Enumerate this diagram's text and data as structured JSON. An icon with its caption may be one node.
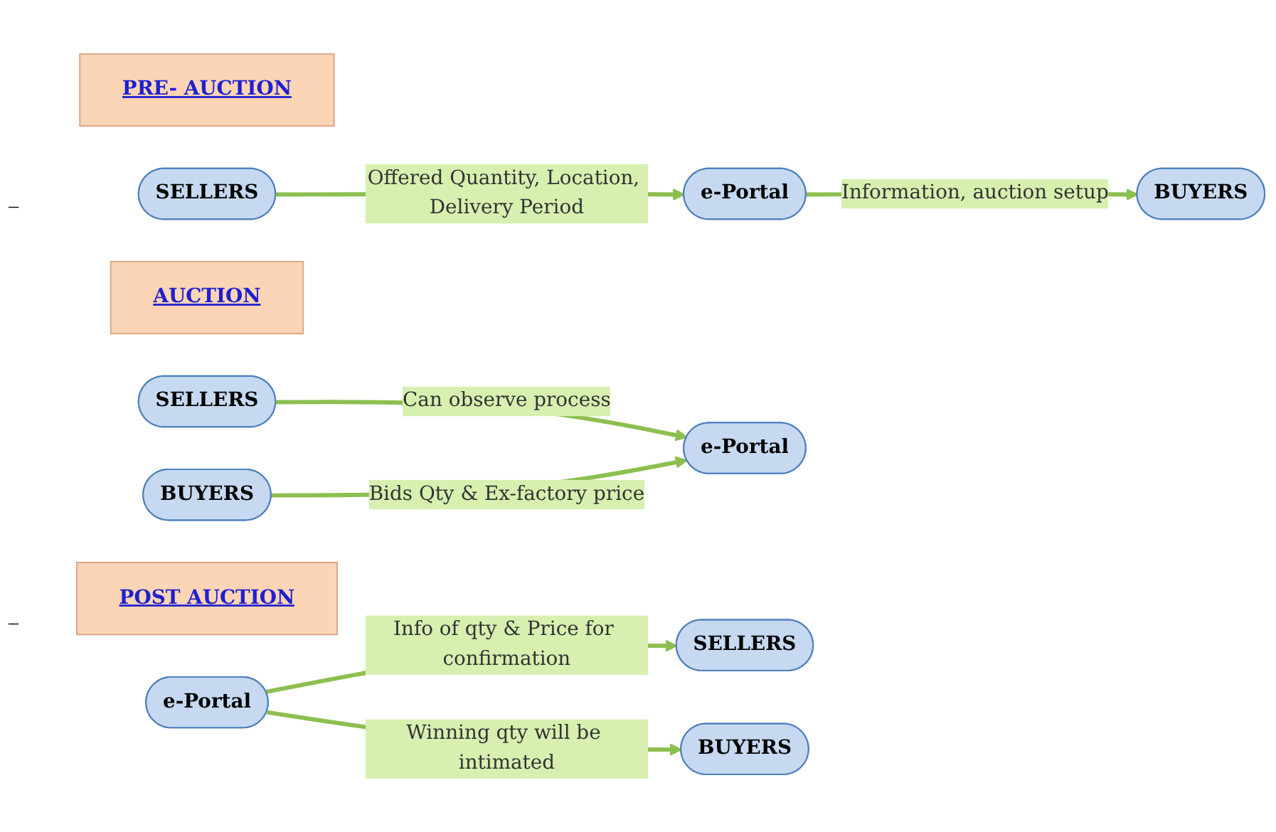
{
  "diagram": {
    "nodes": [
      {
        "text": [
          "PRE- AUCTION"
        ]
      },
      {
        "text": [
          "SELLERS"
        ]
      },
      {
        "text": [
          "e-Portal"
        ]
      },
      {
        "text": [
          "BUYERS"
        ]
      },
      {
        "text": [
          "AUCTION"
        ]
      },
      {
        "text": [
          "SELLERS"
        ]
      },
      {
        "text": [
          "e-Portal"
        ]
      },
      {
        "text": [
          "BUYERS"
        ]
      },
      {
        "text": [
          "POST AUCTION"
        ]
      },
      {
        "text": [
          "SELLERS"
        ]
      },
      {
        "text": [
          "e-Portal"
        ]
      },
      {
        "text": [
          "BUYERS"
        ]
      }
    ],
    "edges": [
      {
        "from": 1,
        "to": 2,
        "arrow": "to",
        "label": "Offered Quantity, Location, Delivery Period"
      },
      {
        "from": 2,
        "to": 3,
        "arrow": "to",
        "label": "Information, auction setup"
      },
      {
        "from": 5,
        "to": 6,
        "arrow": "to",
        "label": "Can observe process"
      },
      {
        "from": 7,
        "to": 6,
        "arrow": "to",
        "label": "Bids Qty & Ex-factory price"
      },
      {
        "from": 10,
        "to": 9,
        "arrow": "to",
        "label": "Info of qty & Price for confirmation"
      },
      {
        "from": 10,
        "to": 11,
        "arrow": "to",
        "label": "Winning qty will be intimated"
      }
    ],
    "labels": [
      "–",
      "–"
    ]
  }
}
